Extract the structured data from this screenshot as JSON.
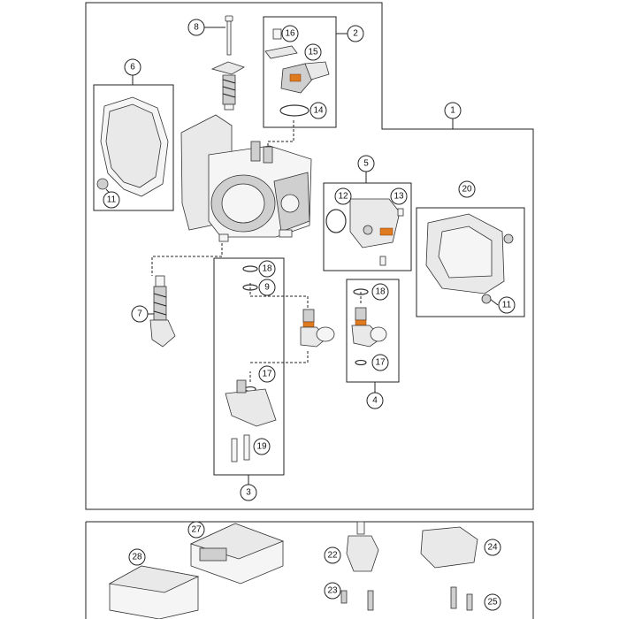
{
  "callouts": {
    "c1": "1",
    "c2": "2",
    "c3": "3",
    "c4": "4",
    "c5": "5",
    "c6": "6",
    "c7": "7",
    "c8": "8",
    "c9": "9",
    "c11a": "11",
    "c11b": "11",
    "c12": "12",
    "c13": "13",
    "c14": "14",
    "c15": "15",
    "c16": "16",
    "c17a": "17",
    "c17b": "17",
    "c18a": "18",
    "c18b": "18",
    "c19": "19",
    "c20": "20",
    "c22": "22",
    "c23": "23",
    "c24": "24",
    "c25": "25",
    "c27": "27",
    "c28": "28"
  },
  "colors": {
    "line": "#222222",
    "part_fill": "#e9e9e9",
    "accent": "#e07a1f"
  }
}
